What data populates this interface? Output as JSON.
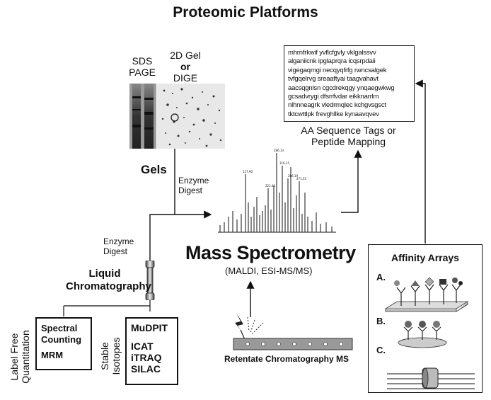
{
  "title": "Proteomic Platforms",
  "gels": {
    "sds_page_label": [
      "SDS",
      "PAGE"
    ],
    "gel2d_label": [
      "2D Gel",
      "or",
      "DIGE"
    ],
    "gels_label": "Gels",
    "enzyme_digest_top": [
      "Enzyme",
      "Digest"
    ]
  },
  "sequence": {
    "lines": [
      "mhrnfrkwif yvflcfgvly vklgalssvv",
      "alganiicnk ipglaprqra icqsrpdaii",
      "vigegaqmgi necqyqfrfg rwncsalgek",
      "tvfgqelrvg sreaaftyai taagvahavt",
      "aacsqgnlsn cgcdrekqgy ynqaegwkwg",
      "gcsadvrygi dfsrrfvdar eikknarrlm",
      "nlhnneagrk vledrmqlec kchgvsgsct",
      "tktcwttlpk frevghllke kynaavqvev"
    ],
    "caption": [
      "AA Sequence Tags or",
      "Peptide Mapping"
    ]
  },
  "ms": {
    "title": "Mass Spectrometry",
    "subtitle": "(MALDI, ESI-MS/MS)"
  },
  "lc": {
    "enzyme_digest": [
      "Enzyme",
      "Digest"
    ],
    "label": [
      "Liquid",
      "Chromatography"
    ]
  },
  "label_free": {
    "side_label": [
      "Label Free",
      "Quantitation"
    ],
    "items": [
      "Spectral",
      "Counting",
      "MRM"
    ]
  },
  "stable_isotopes": {
    "side_label": [
      "Stable",
      "Isotopes"
    ],
    "items": [
      "MuDPIT",
      "ICAT",
      "iTRAQ",
      "SILAC"
    ]
  },
  "retentate": {
    "label": "Retentate Chromatography MS"
  },
  "affinity": {
    "title": "Affinity Arrays",
    "labels": [
      "A.",
      "B.",
      "C."
    ]
  }
}
